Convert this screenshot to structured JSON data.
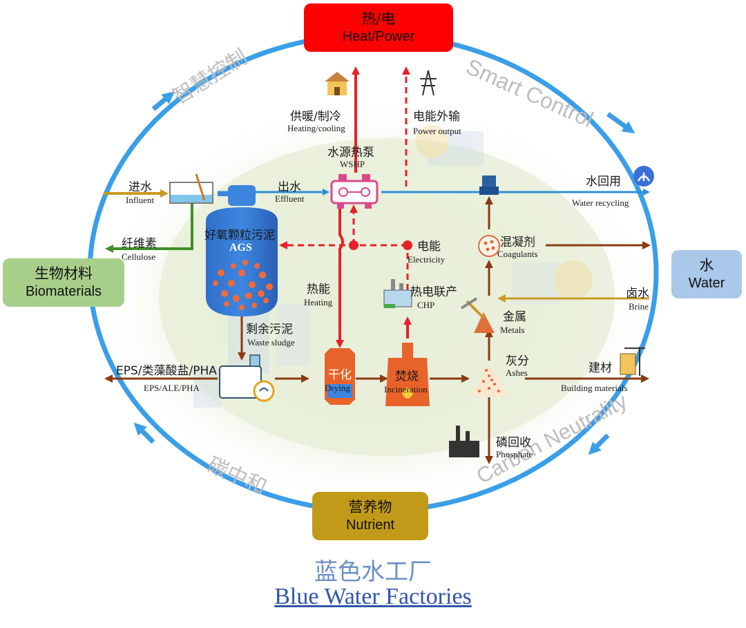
{
  "title_cn": "蓝色水工厂",
  "title_en": "Blue Water Factories",
  "ring_labels": {
    "smart_control_cn": "智慧控制",
    "smart_control_en": "Smart Control",
    "carbon_cn": "碳中和",
    "carbon_en": "Carbon Neutrality"
  },
  "outputs": {
    "heat_power": {
      "cn": "热/电",
      "en": "Heat/Power",
      "color": "#ff0000"
    },
    "water": {
      "cn": "水",
      "en": "Water",
      "color": "#a9c8ea"
    },
    "nutrient": {
      "cn": "营养物",
      "en": "Nutrient",
      "color": "#c29a1a"
    },
    "biomaterials": {
      "cn": "生物材料",
      "en": "Biomaterials",
      "color": "#a8cf8a"
    }
  },
  "nodes": {
    "heating_cooling": {
      "cn": "供暖/制冷",
      "en": "Heating/cooling"
    },
    "power_output": {
      "cn": "电能外输",
      "en": "Power output"
    },
    "wshp": {
      "cn": "水源热泵",
      "en": "WSHP"
    },
    "influent": {
      "cn": "进水",
      "en": "Influent"
    },
    "effluent": {
      "cn": "出水",
      "en": "Effluent"
    },
    "water_recycling": {
      "cn": "水回用",
      "en": "Water recycling"
    },
    "cellulose": {
      "cn": "纤维素",
      "en": "Cellulose"
    },
    "ags": {
      "cn": "好氧颗粒污泥",
      "en": "AGS"
    },
    "electricity": {
      "cn": "电能",
      "en": "Electricity"
    },
    "coagulants": {
      "cn": "混凝剂",
      "en": "Coagulants"
    },
    "heating": {
      "cn": "热能",
      "en": "Heating"
    },
    "chp": {
      "cn": "热电联产",
      "en": "CHP"
    },
    "brine": {
      "cn": "卤水",
      "en": "Brine"
    },
    "metals": {
      "cn": "金属",
      "en": "Metals"
    },
    "waste_sludge": {
      "cn": "剩余污泥",
      "en": "Waste sludge"
    },
    "eps": {
      "cn": "EPS/类藻酸盐/PHA",
      "en": "EPS/ALE/PHA"
    },
    "drying": {
      "cn": "干化",
      "en": "Drying"
    },
    "incineration": {
      "cn": "焚烧",
      "en": "Incineration"
    },
    "ashes": {
      "cn": "灰分",
      "en": "Ashes"
    },
    "building_materials": {
      "cn": "建材",
      "en": "Building materials"
    },
    "phosphate": {
      "cn": "磷回收",
      "en": "Phosphate"
    }
  },
  "colors": {
    "ring": "#3a9ee8",
    "water_flow": "#2a8fd8",
    "energy_flow": "#e8202a",
    "material_flow": "#8b3a12",
    "influent_flow": "#c99a20",
    "biomaterial_flow": "#3f8f2a"
  }
}
